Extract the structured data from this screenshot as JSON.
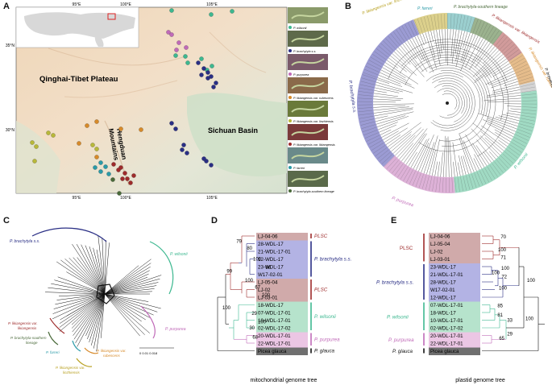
{
  "panels": {
    "a": "A",
    "b": "B",
    "c": "C",
    "d": "D",
    "e": "E"
  },
  "map": {
    "lon_ticks": [
      "95°E",
      "100°E",
      "105°E"
    ],
    "lat_ticks": [
      "35°N",
      "30°N"
    ],
    "regions": {
      "plateau": "Qinghai-Tibet Plateau",
      "hengduan1": "Hengduan",
      "hengduan2": "Mountains",
      "basin": "Sichuan Basin"
    },
    "legend": [
      {
        "label": "P. wilsonii",
        "color": "#3db890"
      },
      {
        "label": "P. brachytyla s.s.",
        "color": "#2a2f85"
      },
      {
        "label": "P. purpurea",
        "color": "#c06ab8"
      },
      {
        "label": "P. likiangensis var. rubescens",
        "color": "#d78a2a"
      },
      {
        "label": "P. likiangensis var. linzhiensis",
        "color": "#b8b83a"
      },
      {
        "label": "P. likiangensis var. likiangensis",
        "color": "#9e2b2b"
      },
      {
        "label": "P. farreri",
        "color": "#2a9aa8"
      },
      {
        "label": "P. brachytyla-southern lineage",
        "color": "#4a6a3a"
      }
    ]
  },
  "tree_b": {
    "labels": {
      "linzhiensis": "P. likiangensis var. linzhiensis",
      "farreri": "P. farreri",
      "southern": "P. brachytyla-southern lineage",
      "likiangensis": "P. likiangensis var. likiangensis",
      "rubescens": "P. likiangensis var. rubescens",
      "breweriana": "P. breweriana",
      "brachytyla": "P. brachytyla s.s.",
      "wilsonii": "P. wilsonii",
      "purpurea": "P. purpurea"
    }
  },
  "network_c": {
    "labels": {
      "brachytyla": "P. brachytyla s.s.",
      "wilsonii": "P. wilsonii",
      "likiang1": "P. likiangensis var.",
      "likiang2": "likiangensis",
      "southern1": "P. brachytyla-southern",
      "southern2": "lineage",
      "farreri": "P. farreri",
      "linz1": "P. likiangensis var.",
      "linz2": "linzhiensis",
      "rub1": "P. likiangensis var.",
      "rub2": "rubescens",
      "purpurea": "P. purpurea"
    },
    "scale": "0  0.01 0.018"
  },
  "tree_d": {
    "caption": "mitochondrial genome tree",
    "tips": [
      "LJ-04-06",
      "28-WDL-17",
      "21-WDL-17-01",
      "12-WDL-17",
      "23-WDL-17",
      "W17-02-01",
      "LJ-05-04",
      "LJ-02",
      "LJ-03-01",
      "18-WDL-17",
      "07-WDL-17-01",
      "10-WDL-17-01",
      "02-WDL-17-02",
      "20-WDL-17-01",
      "22-WDL-17-01",
      "Picea glauca"
    ],
    "supports": [
      "79",
      "80",
      "100",
      "66",
      "99",
      "100",
      "67",
      "100",
      "100",
      "29",
      "100",
      "30",
      "68"
    ],
    "groups": [
      "PLSC",
      "P. brachytyla s.s.",
      "PLSC",
      "P. wilsonii",
      "P. purpurea",
      "P. glauca"
    ]
  },
  "tree_e": {
    "caption": "plastid genome tree",
    "tips": [
      "LJ-04-06",
      "LJ-05-04",
      "LJ-02",
      "LJ-03-01",
      "23-WDL-17",
      "21-WDL-17-01",
      "28-WDL-17",
      "W17-02-01",
      "12-WDL-17",
      "07-WDL-17-01",
      "18-WDL-17",
      "10-WDL-17-01",
      "02-WDL-17-02",
      "20-WDL-17-01",
      "22-WDL-17-01",
      "Picea glauca"
    ],
    "supports": [
      "70",
      "100",
      "71",
      "100",
      "72",
      "100",
      "100",
      "100",
      "85",
      "81",
      "33",
      "29",
      "65",
      "100"
    ],
    "groups": [
      "PLSC",
      "P. brachytyla s.s.",
      "P. wilsonii",
      "P. purpurea",
      "P. glauca"
    ]
  }
}
